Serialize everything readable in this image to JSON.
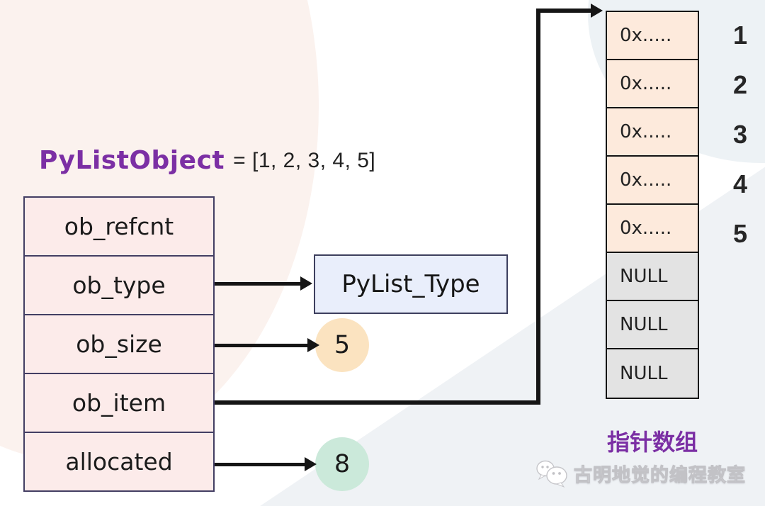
{
  "title": {
    "object_name": "PyListObject",
    "assignment": "= [1, 2, 3, 4, 5]"
  },
  "struct": {
    "fields": [
      "ob_refcnt",
      "ob_type",
      "ob_size",
      "ob_item",
      "allocated"
    ]
  },
  "type_box": {
    "label": "PyList_Type"
  },
  "values": {
    "ob_size": "5",
    "allocated": "8"
  },
  "pointer_array": {
    "caption": "指针数组",
    "pointer_cells": [
      "0x.....",
      "0x.....",
      "0x.....",
      "0x.....",
      "0x....."
    ],
    "null_cells": [
      "NULL",
      "NULL",
      "NULL"
    ],
    "indices": [
      "1",
      "2",
      "3",
      "4",
      "5"
    ]
  },
  "watermark": {
    "icon": "wechat-icon",
    "text": "古明地觉的编程教室"
  },
  "colors": {
    "struct_fill": "#fcebea",
    "struct_border": "#433e63",
    "type_box_fill": "#e9eefb",
    "pointer_cell_fill": "#fdeadc",
    "null_cell_fill": "#e3e3e3",
    "size_badge_fill": "#fbe3c0",
    "allocated_badge_fill": "#cbe9da",
    "accent_purple": "#7b2fa4",
    "arrow_color": "#151515"
  }
}
